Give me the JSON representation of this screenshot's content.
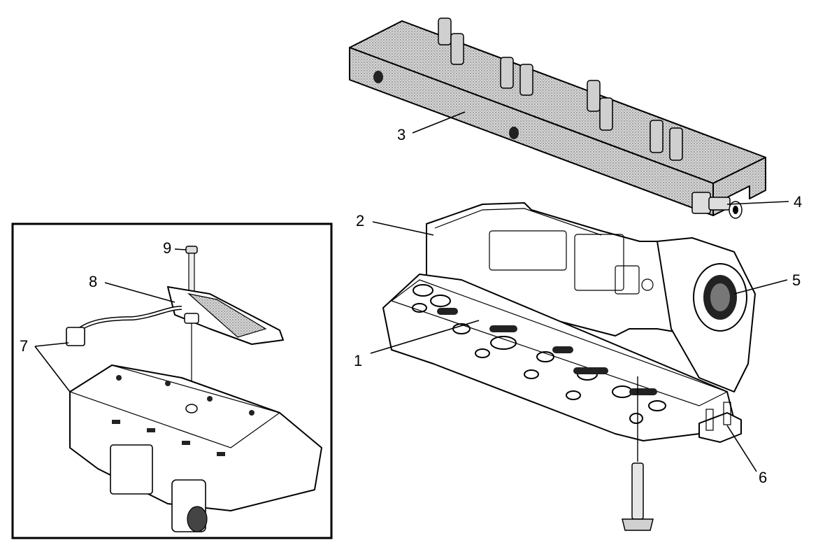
{
  "callouts": {
    "c1": "1",
    "c2": "2",
    "c3": "3",
    "c4": "4",
    "c5": "5",
    "c6": "6",
    "c7": "7",
    "c8": "8",
    "c9": "9"
  },
  "colors": {
    "line": "#000000",
    "background": "#ffffff",
    "stipple": "#bdbdbd",
    "body_fill": "#ffffff"
  }
}
